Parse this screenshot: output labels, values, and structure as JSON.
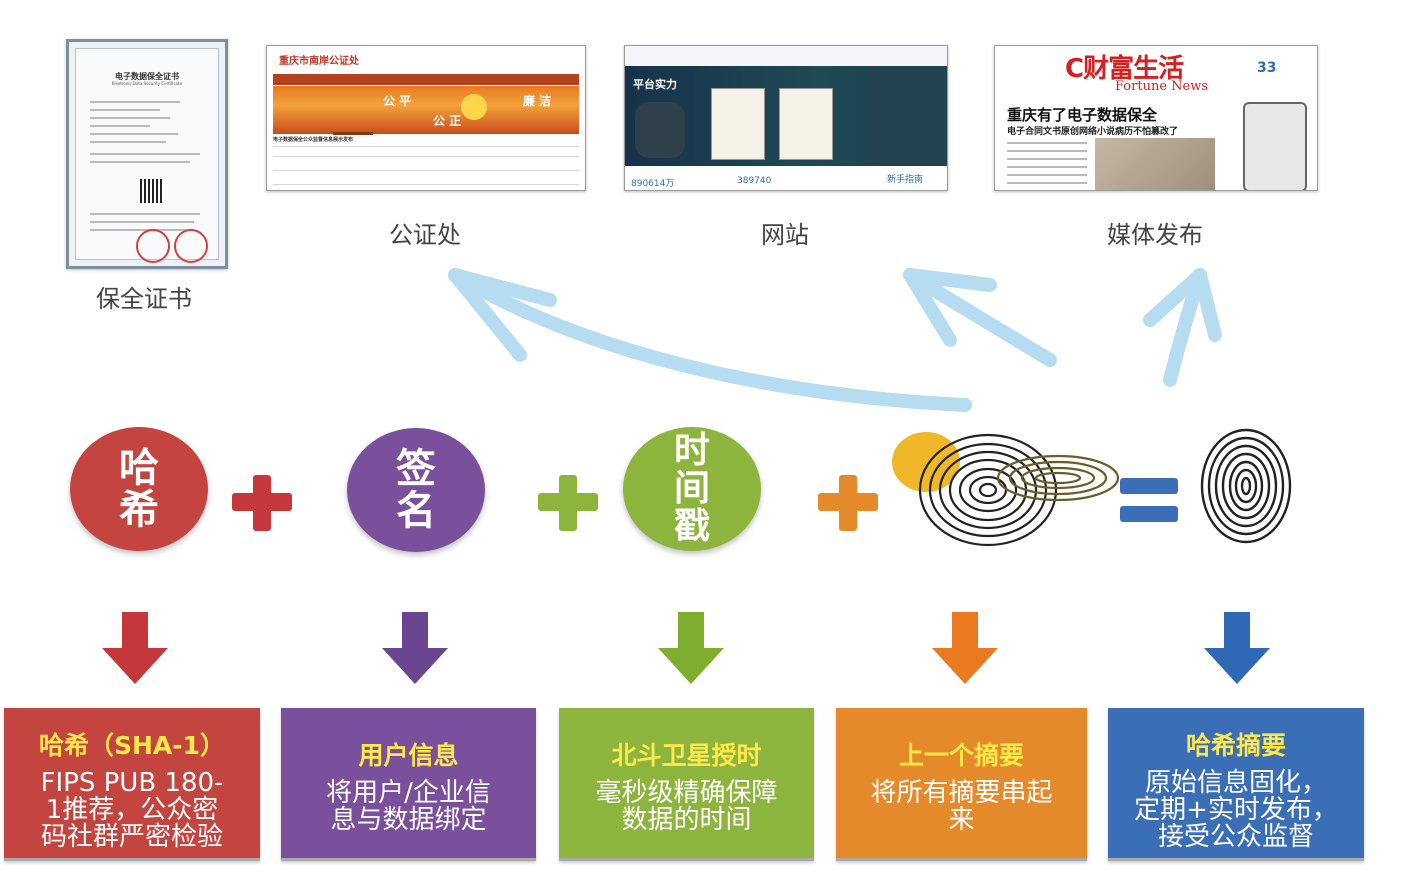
{
  "top_items": [
    {
      "caption": "保全证书",
      "thumb": "certificate",
      "cert_title": "电子数据保全证书",
      "cert_subtitle": "Electronic Data Security Certificate"
    },
    {
      "caption": "公证处",
      "thumb": "notary-website",
      "site_title": "重庆市南岸公证处",
      "banner_words": [
        "公 平",
        "公 正",
        "廉 洁"
      ],
      "section_title": "电子数据保全公众监督信息展示发布"
    },
    {
      "caption": "网站",
      "thumb": "service-website",
      "hero_text": "平台实力",
      "numbers": [
        "890614万",
        "389740"
      ],
      "button_text": "新手指南"
    },
    {
      "caption": "媒体发布",
      "thumb": "newspaper",
      "paper_name": "C财富生活",
      "paper_sub": "Fortune News",
      "issue": "33",
      "headline": "重庆有了电子数据保全",
      "subheadline": "电子合同文书原创网络小说病历不怕篡改了"
    }
  ],
  "components": [
    {
      "label": "哈\n希",
      "color": "#c44440",
      "icon": "circle"
    },
    {
      "label": "签\n名",
      "color": "#7a4f9c",
      "icon": "circle"
    },
    {
      "label": "时\n间\n戳",
      "color": "#8db43c",
      "icon": "circle"
    },
    {
      "label": "",
      "color": "#e0832b",
      "icon": "fingerprint-chain-icon"
    },
    {
      "label": "",
      "color": "#333333",
      "icon": "fingerprint-icon"
    }
  ],
  "operators": [
    {
      "symbol": "+",
      "color": "#c6373c"
    },
    {
      "symbol": "+",
      "color": "#8db43c"
    },
    {
      "symbol": "+",
      "color": "#e58a2b"
    },
    {
      "symbol": "=",
      "color": "#3a6fb8"
    }
  ],
  "boxes": [
    {
      "title": "哈希（SHA-1）",
      "title_color": "#ffe84a",
      "body": "FIPS PUB 180-\n1推荐，公众密\n码社群严密检验",
      "bg": "#c44440",
      "arrow": "#c6373c"
    },
    {
      "title": "用户信息",
      "title_color": "#ffe84a",
      "body": "将用户/企业信\n息与数据绑定",
      "bg": "#7a4f9c",
      "arrow": "#6a4590"
    },
    {
      "title": "北斗卫星授时",
      "title_color": "#ffe84a",
      "body": "毫秒级精确保障\n数据的时间",
      "bg": "#8db43c",
      "arrow": "#7fae2e"
    },
    {
      "title": "上一个摘要",
      "title_color": "#ffe84a",
      "body": "将所有摘要串起\n来",
      "bg": "#e58a2b",
      "arrow": "#ea7a1f"
    },
    {
      "title": "哈希摘要",
      "title_color": "#ffe84a",
      "body": "原始信息固化，\n定期+实时发布，\n接受公众监督",
      "bg": "#3a6fb8",
      "arrow": "#2f68b4"
    }
  ],
  "colors": {
    "curve_arrows": "#aad7f0"
  }
}
